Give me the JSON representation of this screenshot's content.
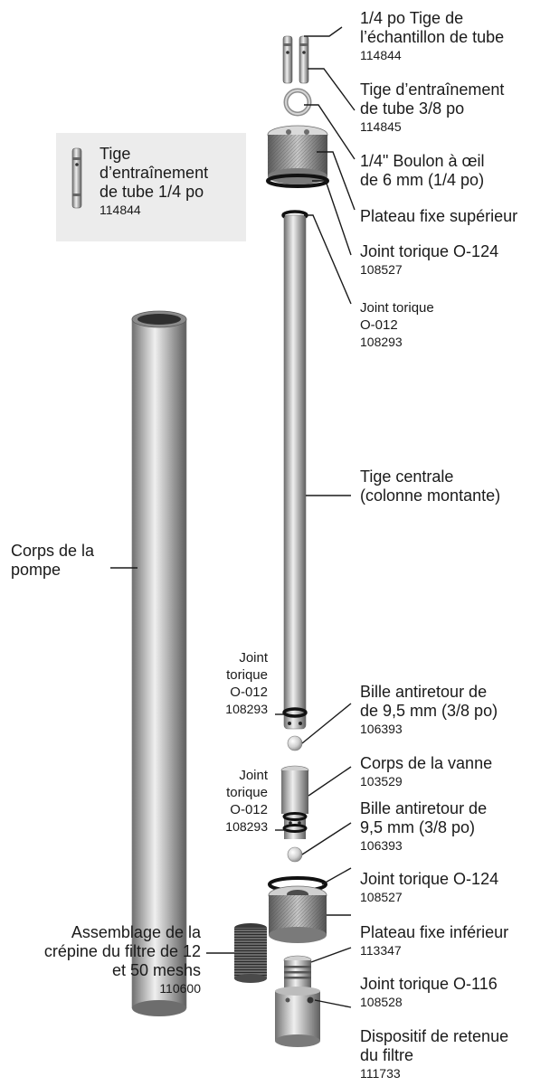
{
  "inset": {
    "label_lines": [
      "Tige",
      "d’entraînement",
      "de tube 1/4 po"
    ],
    "part_no": "114844"
  },
  "callouts": [
    {
      "id": "sample-rod-quarter",
      "lines": [
        "1/4 po Tige de",
        "l’échantillon de tube"
      ],
      "part_no": "114844"
    },
    {
      "id": "drive-rod-3-8",
      "lines": [
        "Tige d’entraînement",
        "de tube 3/8 po"
      ],
      "part_no": "114845"
    },
    {
      "id": "eye-bolt",
      "lines": [
        "1/4\" Boulon à œil",
        "de 6 mm (1/4 po)"
      ],
      "part_no": ""
    },
    {
      "id": "upper-end-cap",
      "lines": [
        "Plateau fixe supérieur"
      ],
      "part_no": ""
    },
    {
      "id": "oring-124-top",
      "lines": [
        "Joint torique O-124"
      ],
      "part_no": "108527"
    },
    {
      "id": "oring-012-top",
      "lines": [
        "Joint torique",
        "O-012"
      ],
      "part_no": "108293"
    },
    {
      "id": "center-rod",
      "lines": [
        "Tige centrale",
        "(colonne montante)"
      ],
      "part_no": ""
    },
    {
      "id": "pump-body",
      "lines": [
        "Corps de la",
        "pompe"
      ],
      "part_no": ""
    },
    {
      "id": "oring-012-mid",
      "lines": [
        "Joint",
        "torique",
        "O-012"
      ],
      "part_no": "108293"
    },
    {
      "id": "check-ball-1",
      "lines": [
        "Bille antiretour de",
        "de 9,5 mm (3/8 po)"
      ],
      "part_no": "106393"
    },
    {
      "id": "valve-body",
      "lines": [
        "Corps de la vanne"
      ],
      "part_no": "103529"
    },
    {
      "id": "oring-012-low",
      "lines": [
        "Joint",
        "torique",
        "O-012"
      ],
      "part_no": "108293"
    },
    {
      "id": "check-ball-2",
      "lines": [
        "Bille antiretour  de",
        "9,5 mm (3/8 po)"
      ],
      "part_no": "106393"
    },
    {
      "id": "oring-124-bottom",
      "lines": [
        "Joint torique O-124"
      ],
      "part_no": "108527"
    },
    {
      "id": "lower-end-cap",
      "lines": [
        "Plateau fixe inférieur"
      ],
      "part_no": "113347"
    },
    {
      "id": "oring-116",
      "lines": [
        "Joint torique O-116"
      ],
      "part_no": "108528"
    },
    {
      "id": "filter-retainer",
      "lines": [
        "Dispositif de retenue",
        "du filtre"
      ],
      "part_no": "111733"
    },
    {
      "id": "filter-screen",
      "lines": [
        "Assemblage de la",
        "crépine du filtre de 12",
        "et 50 meshs"
      ],
      "part_no": "110600"
    }
  ]
}
